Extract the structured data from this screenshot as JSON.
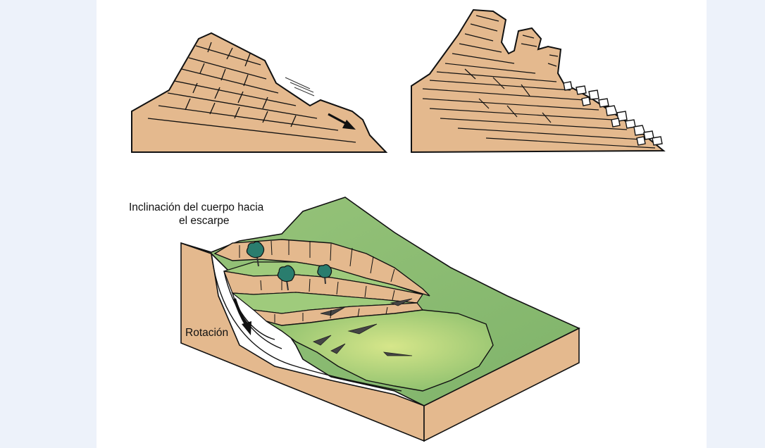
{
  "labels": {
    "tilt_line1": "Inclinación del cuerpo hacia",
    "tilt_line2": "el escarpe",
    "rotation": "Rotación"
  },
  "colors": {
    "page_background": "#edf2fa",
    "panel": "#ffffff",
    "rock": "#e4b98e",
    "rock_dark": "#c99a6f",
    "grass_light": "#d6e68a",
    "grass_dark": "#7fb36a",
    "tree": "#2a7d6e",
    "ink": "#111111"
  },
  "icons": [
    "tree-icon",
    "rotation-arrow-icon",
    "slide-arrow-icon"
  ]
}
